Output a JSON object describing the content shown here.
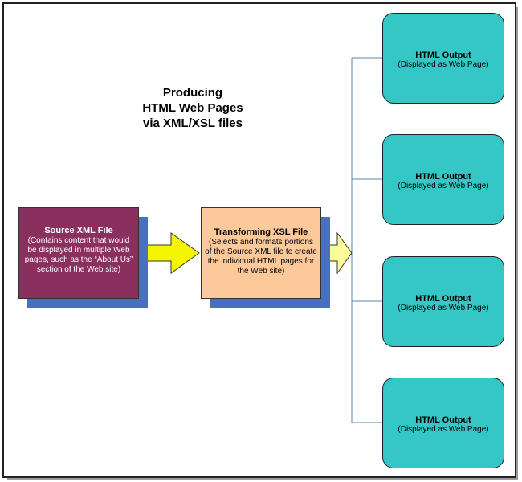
{
  "title": {
    "line1": "Producing",
    "line2": "HTML Web Pages",
    "line3": "via XML/XSL files"
  },
  "source": {
    "head": "Source XML File",
    "body": "(Contains content that would be displayed in multiple Web pages, such as the “About Us” section of the Web site)"
  },
  "transform": {
    "head": "Transforming XSL File",
    "body": "(Selects and formats portions of the Source XML file to create the individual HTML pages for the Web site)"
  },
  "outputs": [
    {
      "head": "HTML Output",
      "body": "(Displayed as Web Page)"
    },
    {
      "head": "HTML Output",
      "body": "(Displayed as Web Page)"
    },
    {
      "head": "HTML Output",
      "body": "(Displayed as Web Page)"
    },
    {
      "head": "HTML Output",
      "body": "(Displayed as Web Page)"
    }
  ],
  "colors": {
    "source_fill": "#8b2f5f",
    "source_text": "#ffffff",
    "transform_fill": "#fcc99b",
    "shadow": "#4a6fc0",
    "output_fill": "#35c6c6",
    "arrow_fill": "#f5f500",
    "arrow_fill_light": "#fbfb9a",
    "connector": "#5b86b5"
  }
}
